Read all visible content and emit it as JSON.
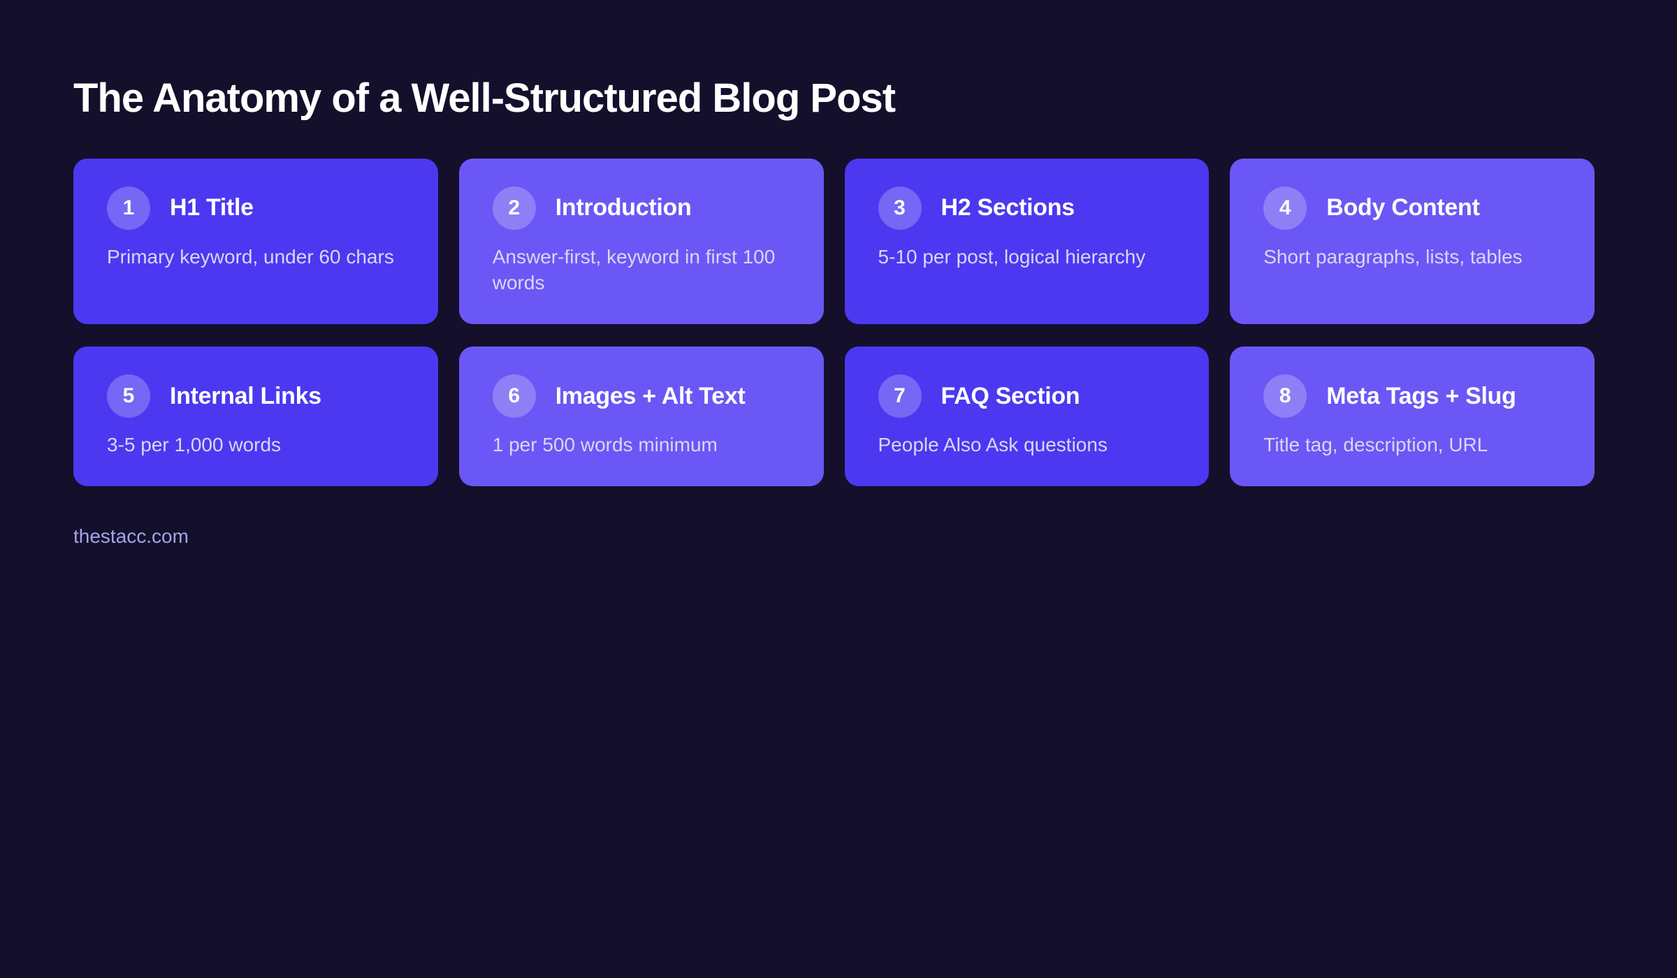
{
  "page": {
    "title": "The Anatomy of a Well-Structured Blog Post",
    "footer_url": "thestacc.com"
  },
  "colors": {
    "background": "#140F2B",
    "card_dark": "#4C38F1",
    "card_light": "#6B57F5",
    "badge_background": "rgba(255,255,255,0.24)",
    "title_text": "#FFFFFF",
    "description_text": "#DAD7F4",
    "footer_text": "#A0A6E8"
  },
  "cards": [
    {
      "number": "1",
      "title": "H1 Title",
      "description": "Primary keyword, under 60 chars",
      "variant": "dark"
    },
    {
      "number": "2",
      "title": "Introduction",
      "description": "Answer-first, keyword in first 100 words",
      "variant": "light"
    },
    {
      "number": "3",
      "title": "H2 Sections",
      "description": "5-10 per post, logical hierarchy",
      "variant": "dark"
    },
    {
      "number": "4",
      "title": "Body Content",
      "description": "Short paragraphs, lists, tables",
      "variant": "light"
    },
    {
      "number": "5",
      "title": "Internal Links",
      "description": "3-5 per 1,000 words",
      "variant": "dark"
    },
    {
      "number": "6",
      "title": "Images + Alt Text",
      "description": "1 per 500 words minimum",
      "variant": "light"
    },
    {
      "number": "7",
      "title": "FAQ Section",
      "description": "People Also Ask questions",
      "variant": "dark"
    },
    {
      "number": "8",
      "title": "Meta Tags + Slug",
      "description": "Title tag, description, URL",
      "variant": "light"
    }
  ]
}
